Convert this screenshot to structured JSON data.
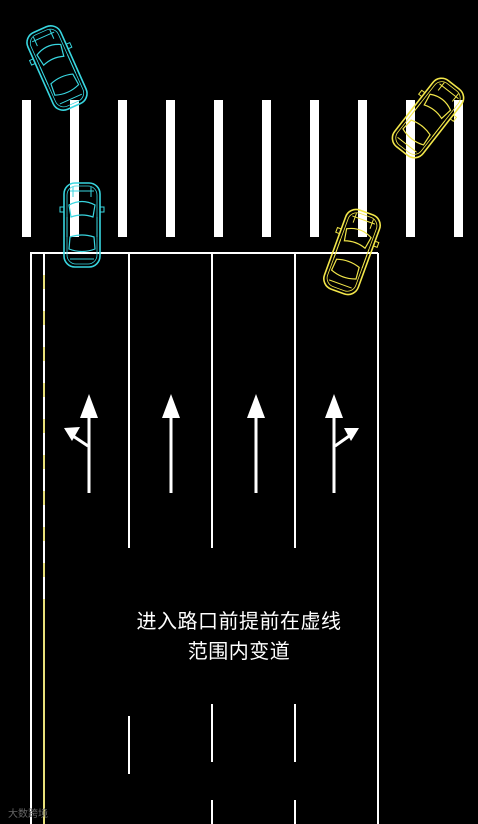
{
  "caption": {
    "line1": "进入路口前提前在虚线",
    "line2": "范围内变道"
  },
  "watermark": "大数跨境",
  "colors": {
    "background": "#000000",
    "road_marking": "#ffffff",
    "center_line": "#e8e07a",
    "car_cyan": "#38d6e0",
    "car_yellow": "#f2e64a"
  },
  "arrows": [
    {
      "lane": 1,
      "type": "straight-left"
    },
    {
      "lane": 2,
      "type": "straight"
    },
    {
      "lane": 3,
      "type": "straight"
    },
    {
      "lane": 4,
      "type": "straight-right"
    }
  ],
  "cars": [
    {
      "color": "cyan",
      "state": "changing-lane"
    },
    {
      "color": "cyan",
      "state": "at-stop-line"
    },
    {
      "color": "yellow",
      "state": "turning-right"
    },
    {
      "color": "yellow",
      "state": "turning-right"
    }
  ]
}
